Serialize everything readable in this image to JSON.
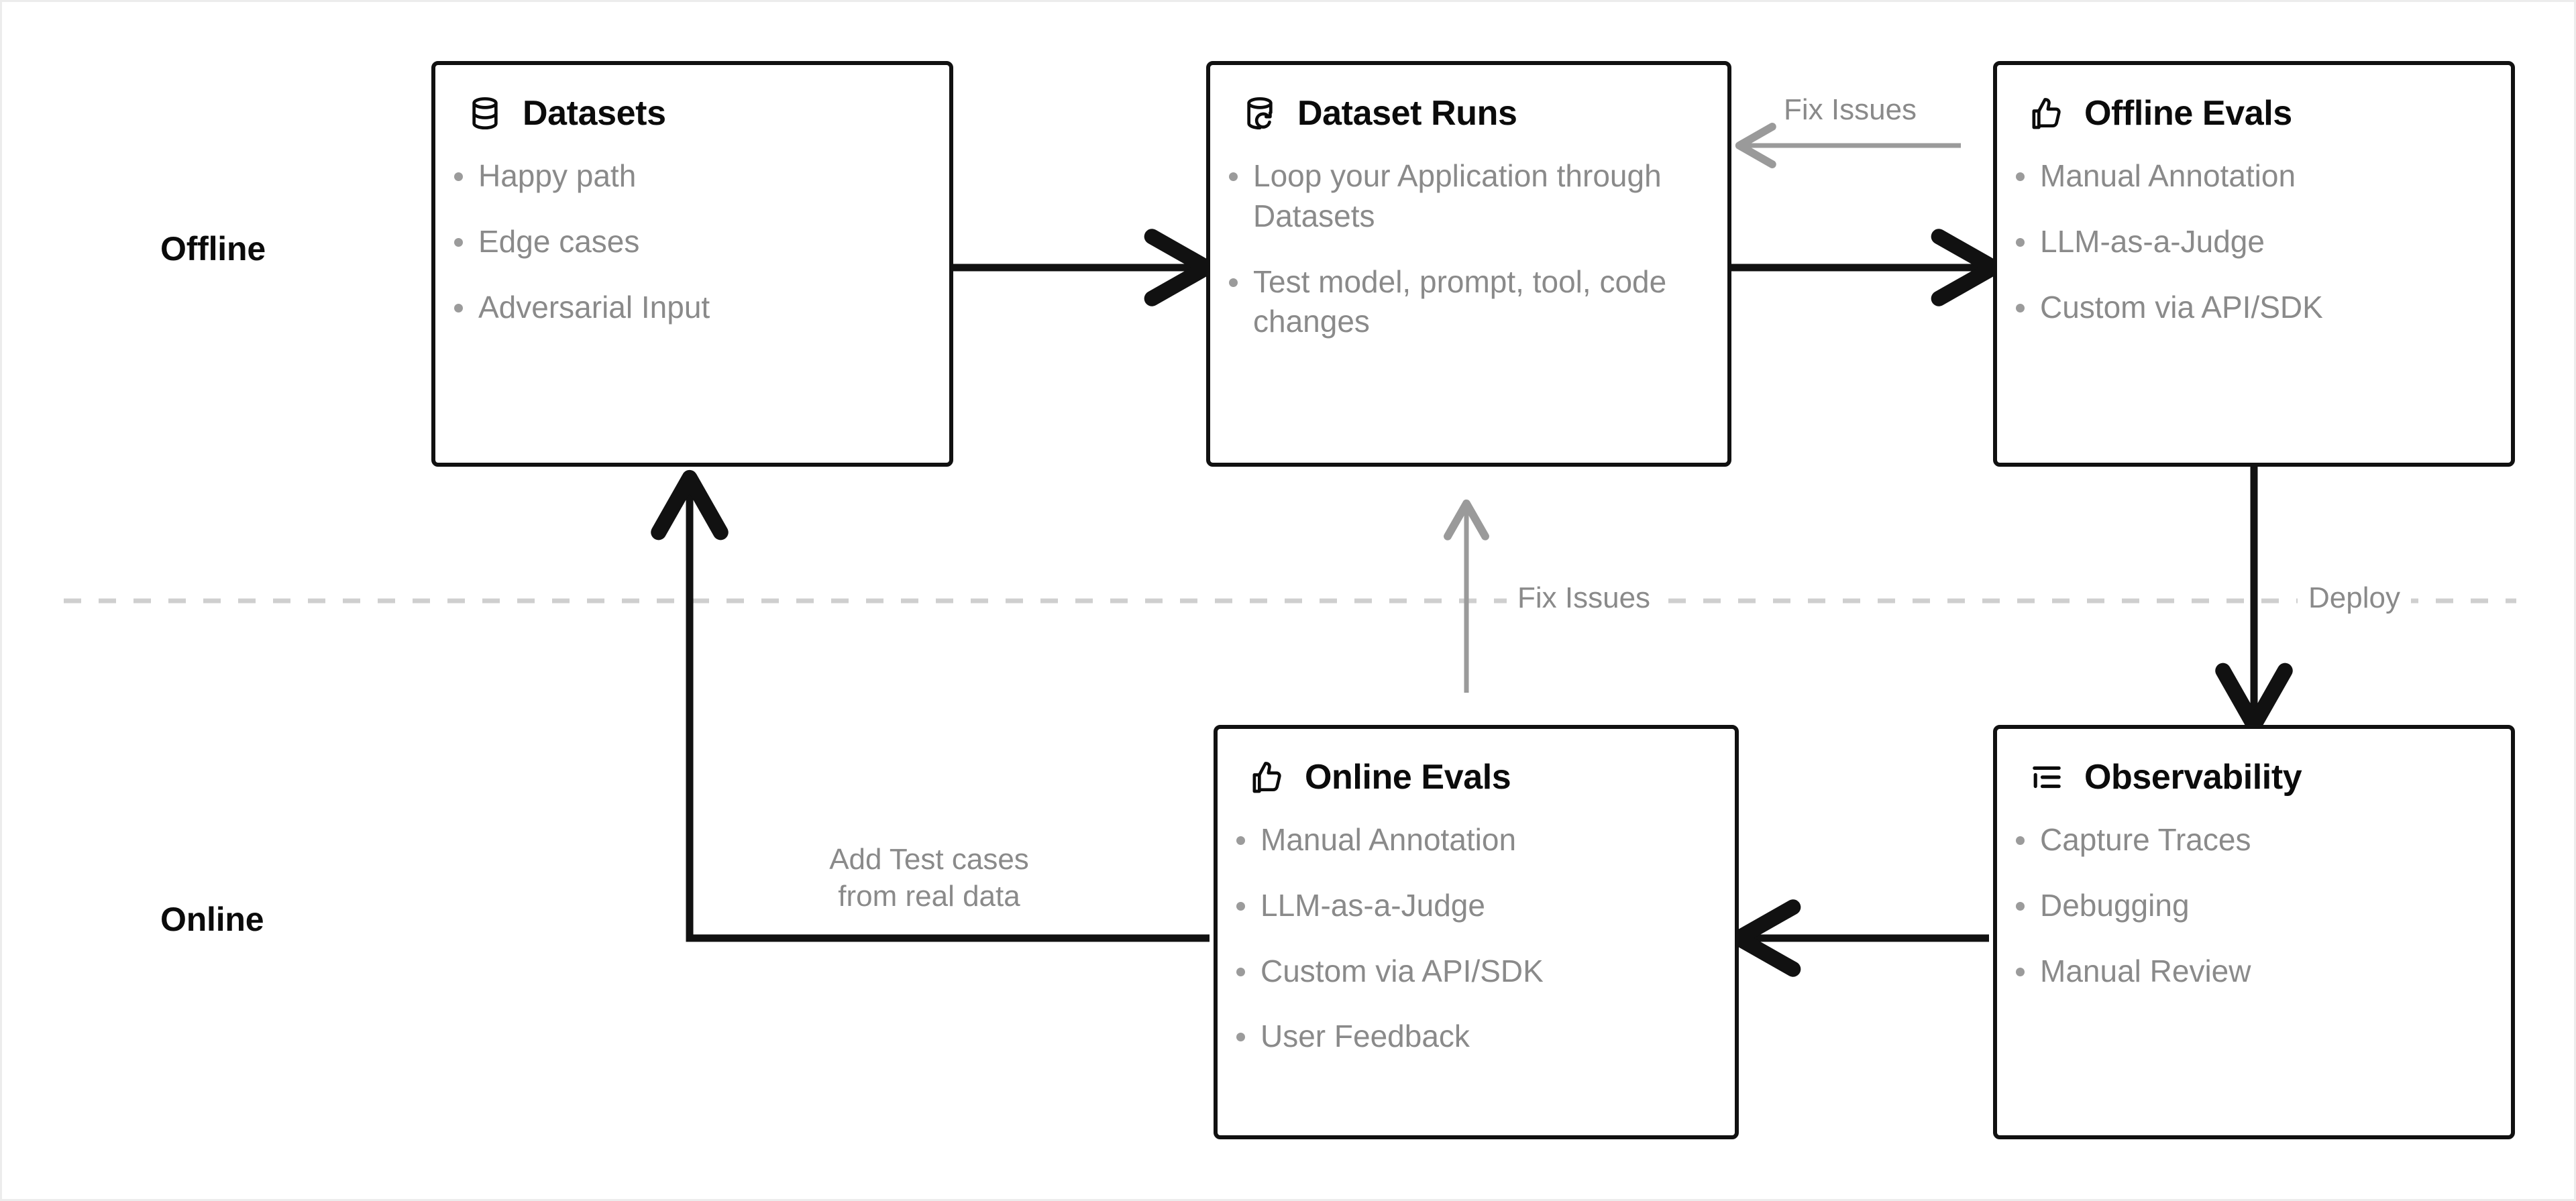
{
  "sections": [
    {
      "id": "offline",
      "label": "Offline"
    },
    {
      "id": "online",
      "label": "Online"
    }
  ],
  "edge_labels": {
    "fix_issues_top": "Fix Issues",
    "fix_issues_divider": "Fix Issues",
    "deploy": "Deploy",
    "add_test_cases_line1": "Add Test cases",
    "add_test_cases_line2": "from real data"
  },
  "cards": [
    {
      "id": "datasets",
      "title": "Datasets",
      "icon": "database-icon",
      "bullets": [
        "Happy path",
        "Edge cases",
        "Adversarial Input"
      ]
    },
    {
      "id": "dataset-runs",
      "title": "Dataset Runs",
      "icon": "database-refresh-icon",
      "bullets": [
        "Loop your Application through Datasets",
        "Test model, prompt, tool, code changes"
      ]
    },
    {
      "id": "offline-evals",
      "title": "Offline Evals",
      "icon": "thumbs-up-icon",
      "bullets": [
        "Manual Annotation",
        "LLM-as-a-Judge",
        "Custom via API/SDK"
      ]
    },
    {
      "id": "online-evals",
      "title": "Online Evals",
      "icon": "thumbs-up-icon",
      "bullets": [
        "Manual Annotation",
        "LLM-as-a-Judge",
        "Custom via API/SDK",
        "User Feedback"
      ]
    },
    {
      "id": "observability",
      "title": "Observability",
      "icon": "list-tree-icon",
      "bullets": [
        "Capture Traces",
        "Debugging",
        "Manual Review"
      ]
    }
  ],
  "colors": {
    "card_border": "#111111",
    "card_background": "#ffffff",
    "title_text": "#0b0b0b",
    "bullet_text": "#8a8a8a",
    "bullet_dot": "#9b9b9b",
    "arrow_strong": "#111111",
    "arrow_muted": "#9a9a9a",
    "divider": "#cfcfcf",
    "page_background": "#ffffff",
    "outer_border": "#ececec"
  }
}
